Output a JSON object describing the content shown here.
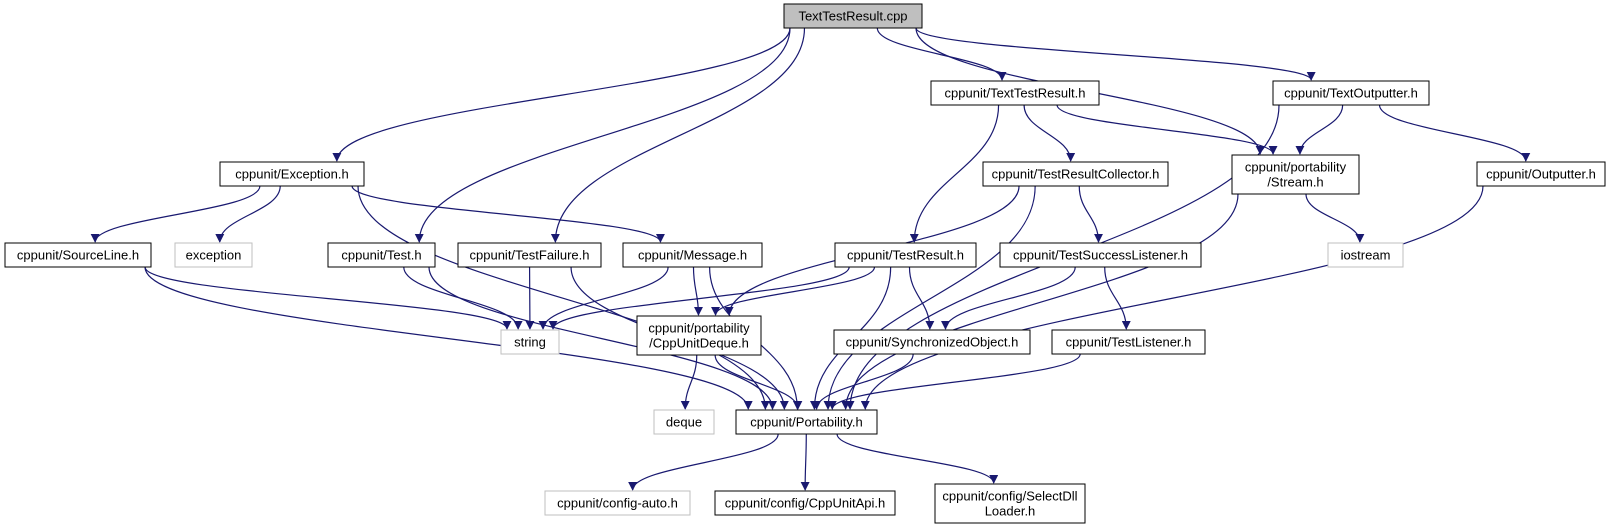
{
  "diagram": {
    "type": "include-dependency-graph",
    "colors": {
      "edge": "#191970",
      "root_fill": "#bfbfbf",
      "node_border": "#000000",
      "external_border": "#bfbfbf"
    },
    "nodes": [
      {
        "id": "root",
        "lines": [
          "TextTestResult.cpp"
        ],
        "kind": "root"
      },
      {
        "id": "texttestresult_h",
        "lines": [
          "cppunit/TextTestResult.h"
        ],
        "kind": "internal"
      },
      {
        "id": "textoutputter_h",
        "lines": [
          "cppunit/TextOutputter.h"
        ],
        "kind": "internal"
      },
      {
        "id": "exception_h",
        "lines": [
          "cppunit/Exception.h"
        ],
        "kind": "internal"
      },
      {
        "id": "testresultcollector_h",
        "lines": [
          "cppunit/TestResultCollector.h"
        ],
        "kind": "internal"
      },
      {
        "id": "stream_h",
        "lines": [
          "cppunit/portability",
          "/Stream.h"
        ],
        "kind": "internal"
      },
      {
        "id": "outputter_h",
        "lines": [
          "cppunit/Outputter.h"
        ],
        "kind": "internal"
      },
      {
        "id": "sourceline_h",
        "lines": [
          "cppunit/SourceLine.h"
        ],
        "kind": "internal"
      },
      {
        "id": "exception",
        "lines": [
          "exception"
        ],
        "kind": "external"
      },
      {
        "id": "test_h",
        "lines": [
          "cppunit/Test.h"
        ],
        "kind": "internal"
      },
      {
        "id": "testfailure_h",
        "lines": [
          "cppunit/TestFailure.h"
        ],
        "kind": "internal"
      },
      {
        "id": "message_h",
        "lines": [
          "cppunit/Message.h"
        ],
        "kind": "internal"
      },
      {
        "id": "testresult_h",
        "lines": [
          "cppunit/TestResult.h"
        ],
        "kind": "internal"
      },
      {
        "id": "testsuccesslistener_h",
        "lines": [
          "cppunit/TestSuccessListener.h"
        ],
        "kind": "internal"
      },
      {
        "id": "iostream",
        "lines": [
          "iostream"
        ],
        "kind": "external"
      },
      {
        "id": "string",
        "lines": [
          "string"
        ],
        "kind": "external"
      },
      {
        "id": "cppunitdeque_h",
        "lines": [
          "cppunit/portability",
          "/CppUnitDeque.h"
        ],
        "kind": "internal"
      },
      {
        "id": "synchronizedobject_h",
        "lines": [
          "cppunit/SynchronizedObject.h"
        ],
        "kind": "internal"
      },
      {
        "id": "testlistener_h",
        "lines": [
          "cppunit/TestListener.h"
        ],
        "kind": "internal"
      },
      {
        "id": "deque",
        "lines": [
          "deque"
        ],
        "kind": "external"
      },
      {
        "id": "portability_h",
        "lines": [
          "cppunit/Portability.h"
        ],
        "kind": "internal"
      },
      {
        "id": "configauto_h",
        "lines": [
          "cppunit/config-auto.h"
        ],
        "kind": "external"
      },
      {
        "id": "cppunitapi_h",
        "lines": [
          "cppunit/config/CppUnitApi.h"
        ],
        "kind": "internal"
      },
      {
        "id": "selectdllloader_h",
        "lines": [
          "cppunit/config/SelectDll",
          "Loader.h"
        ],
        "kind": "internal"
      }
    ],
    "edges": [
      [
        "root",
        "texttestresult_h"
      ],
      [
        "root",
        "textoutputter_h"
      ],
      [
        "root",
        "exception_h"
      ],
      [
        "root",
        "test_h"
      ],
      [
        "root",
        "testfailure_h"
      ],
      [
        "root",
        "stream_h"
      ],
      [
        "texttestresult_h",
        "testresultcollector_h"
      ],
      [
        "texttestresult_h",
        "testresult_h"
      ],
      [
        "texttestresult_h",
        "stream_h"
      ],
      [
        "textoutputter_h",
        "stream_h"
      ],
      [
        "textoutputter_h",
        "outputter_h"
      ],
      [
        "textoutputter_h",
        "portability_h"
      ],
      [
        "exception_h",
        "sourceline_h"
      ],
      [
        "exception_h",
        "exception"
      ],
      [
        "exception_h",
        "message_h"
      ],
      [
        "exception_h",
        "portability_h"
      ],
      [
        "testresultcollector_h",
        "cppunitdeque_h"
      ],
      [
        "testresultcollector_h",
        "testsuccesslistener_h"
      ],
      [
        "testresultcollector_h",
        "portability_h"
      ],
      [
        "stream_h",
        "iostream"
      ],
      [
        "stream_h",
        "portability_h"
      ],
      [
        "outputter_h",
        "portability_h"
      ],
      [
        "sourceline_h",
        "string"
      ],
      [
        "sourceline_h",
        "portability_h"
      ],
      [
        "test_h",
        "string"
      ],
      [
        "test_h",
        "portability_h"
      ],
      [
        "testfailure_h",
        "string"
      ],
      [
        "testfailure_h",
        "portability_h"
      ],
      [
        "message_h",
        "string"
      ],
      [
        "message_h",
        "cppunitdeque_h"
      ],
      [
        "message_h",
        "portability_h"
      ],
      [
        "testresult_h",
        "string"
      ],
      [
        "testresult_h",
        "cppunitdeque_h"
      ],
      [
        "testresult_h",
        "synchronizedobject_h"
      ],
      [
        "testresult_h",
        "portability_h"
      ],
      [
        "testsuccesslistener_h",
        "synchronizedobject_h"
      ],
      [
        "testsuccesslistener_h",
        "testlistener_h"
      ],
      [
        "cppunitdeque_h",
        "deque"
      ],
      [
        "cppunitdeque_h",
        "portability_h"
      ],
      [
        "synchronizedobject_h",
        "portability_h"
      ],
      [
        "testlistener_h",
        "portability_h"
      ],
      [
        "portability_h",
        "configauto_h"
      ],
      [
        "portability_h",
        "cppunitapi_h"
      ],
      [
        "portability_h",
        "selectdllloader_h"
      ]
    ]
  }
}
